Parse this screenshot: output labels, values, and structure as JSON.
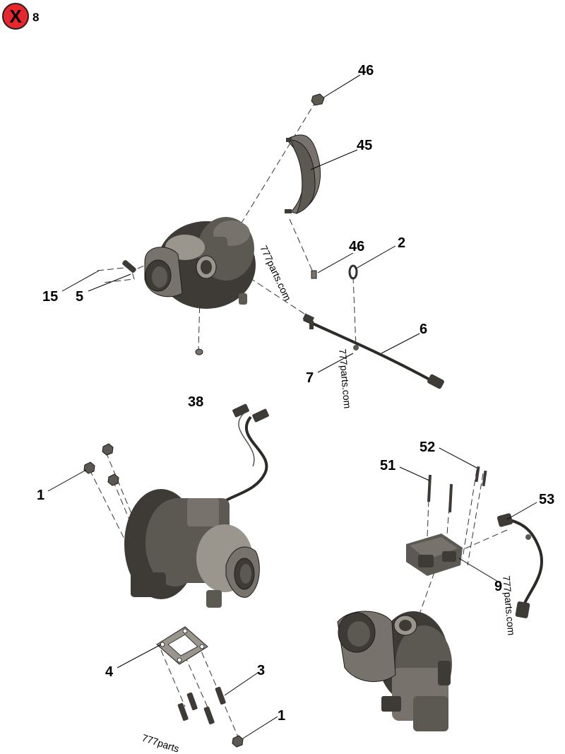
{
  "badge": {
    "symbol": "X",
    "count": "8",
    "color": "#e8262b"
  },
  "callouts": [
    "46",
    "45",
    "46",
    "2",
    "15",
    "5",
    "6",
    "7",
    "38",
    "1",
    "52",
    "51",
    "53",
    "9",
    "4",
    "3",
    "1"
  ],
  "watermarks": [
    "777parts.com",
    "777parts.com",
    "777parts.com",
    "777parts"
  ]
}
